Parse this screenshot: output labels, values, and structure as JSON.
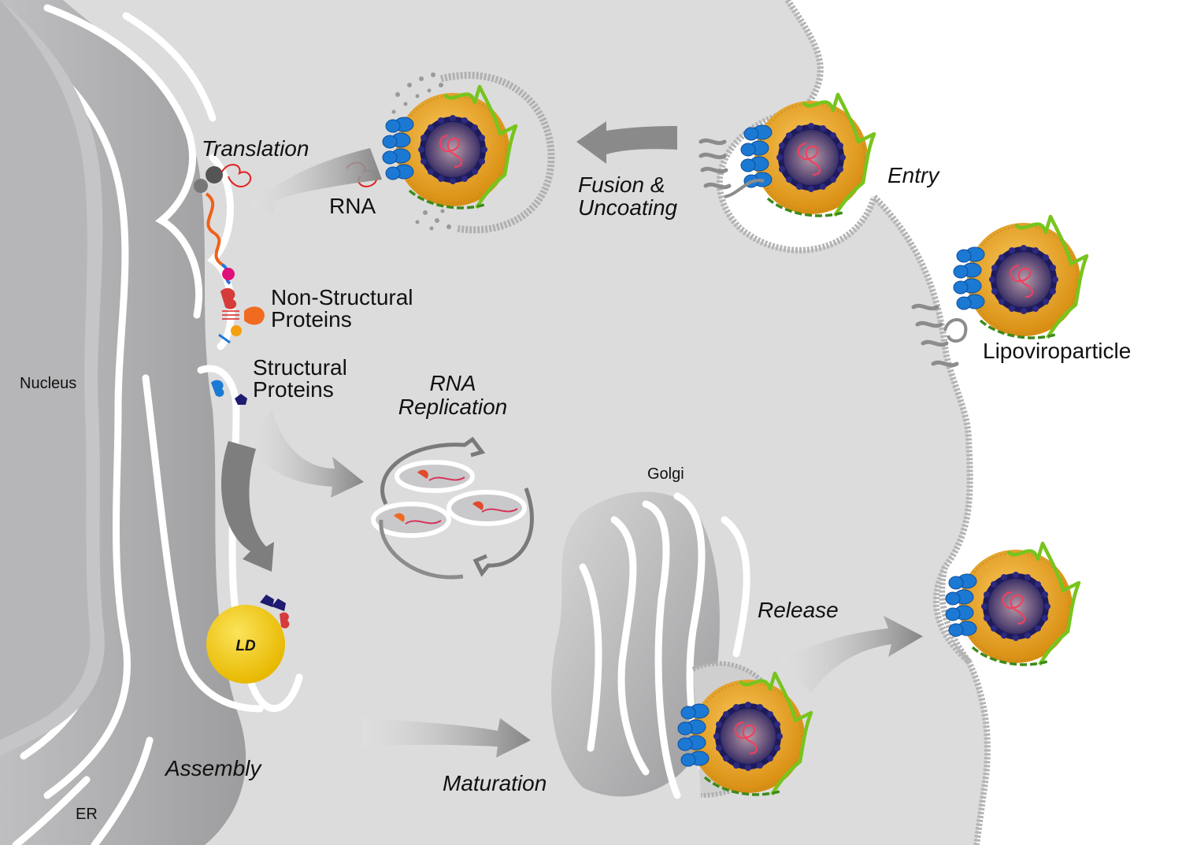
{
  "labels": {
    "nucleus": "Nucleus",
    "er": "ER",
    "translation": "Translation",
    "rna": "RNA",
    "non_structural_1": "Non-Structural",
    "non_structural_2": "Proteins",
    "structural_1": "Structural",
    "structural_2": "Proteins",
    "rna_replication_1": "RNA",
    "rna_replication_2": "Replication",
    "assembly": "Assembly",
    "ld": "LD",
    "maturation": "Maturation",
    "golgi": "Golgi",
    "release": "Release",
    "fusion_1": "Fusion &",
    "fusion_2": "Uncoating",
    "entry": "Entry",
    "lipoviroparticle": "Lipoviroparticle"
  },
  "colors": {
    "cytoplasm": "#dcdcdd",
    "membrane": "#b4b4b4",
    "er_gray": "#a9a9ab",
    "virion_lipid": "#e9a320",
    "capsid": "#2a2870",
    "envelope_green": "#7cc620",
    "glycoprotein_blue": "#1b79d4",
    "lipid_droplet": "#f3cc10",
    "arrow": "#8d8d8d"
  }
}
